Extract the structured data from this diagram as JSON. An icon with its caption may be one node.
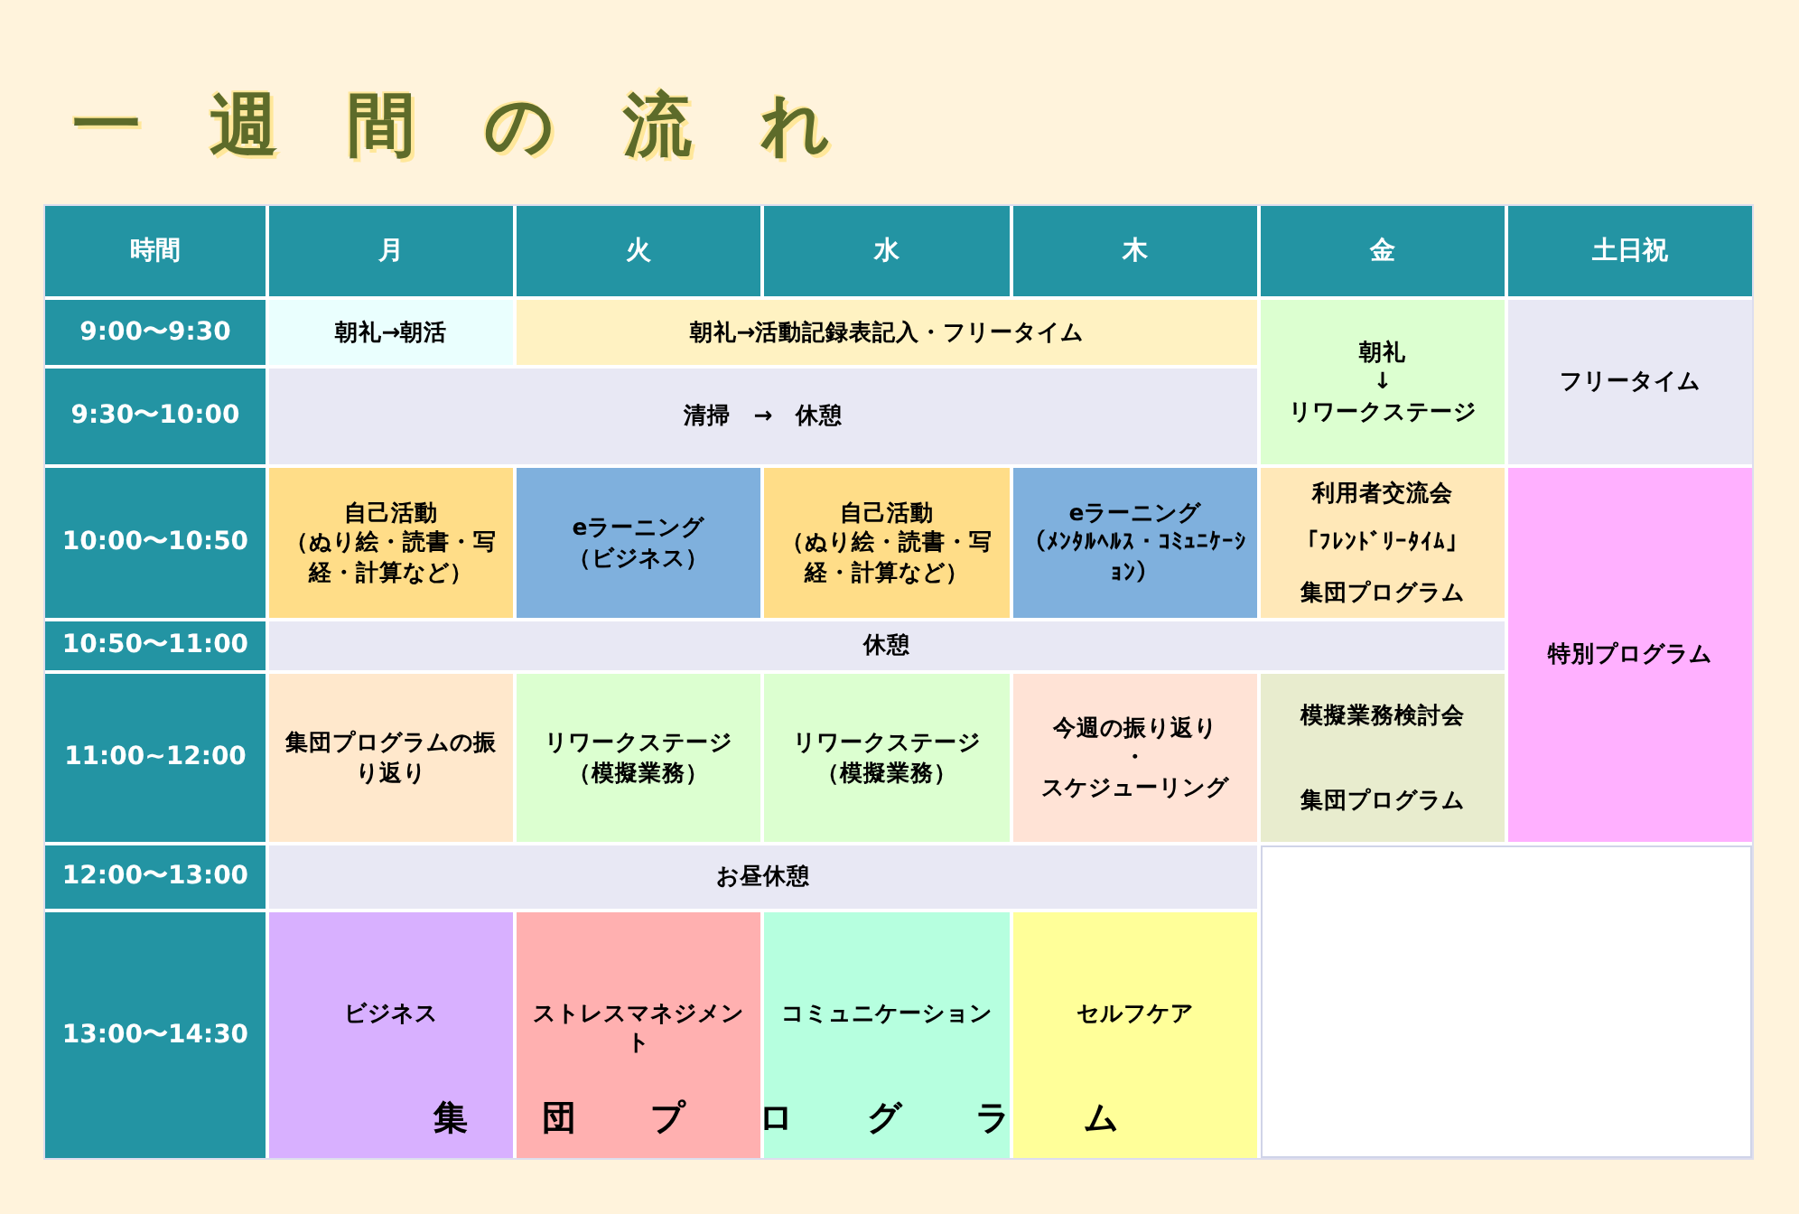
{
  "diagram": {
    "title": "一週間の流れ",
    "nodes": [
      {
        "text": [
          "時間"
        ]
      },
      {
        "text": [
          "月"
        ]
      },
      {
        "text": [
          "火"
        ]
      },
      {
        "text": [
          "水"
        ]
      },
      {
        "text": [
          "木"
        ]
      },
      {
        "text": [
          "金"
        ]
      },
      {
        "text": [
          "土日祝"
        ]
      },
      {
        "text": [
          "9:00〜9:30"
        ]
      },
      {
        "text": [
          "朝礼→朝活"
        ]
      },
      {
        "text": [
          "朝礼→活動記録表記入・フリータイム"
        ]
      },
      {
        "text": [
          "朝礼",
          "↓",
          "リワークステージ"
        ]
      },
      {
        "text": [
          "フリータイム"
        ]
      },
      {
        "text": [
          "9:30〜10:00"
        ]
      },
      {
        "text": [
          "清掃　→　休憩"
        ]
      },
      {
        "text": [
          "10:00〜10:50"
        ]
      },
      {
        "text": [
          "自己活動",
          "（ぬり絵・読書・写経・計算など）"
        ]
      },
      {
        "text": [
          "eラーニング",
          "（ビジネス）"
        ]
      },
      {
        "text": [
          "自己活動",
          "（ぬり絵・読書・写経・計算など）"
        ]
      },
      {
        "text": [
          "eラーニング",
          "（ﾒﾝﾀﾙﾍﾙｽ・ｺﾐｭﾆｹｰｼｮﾝ）"
        ]
      },
      {
        "text": [
          "利用者交流会",
          "「ﾌﾚﾝﾄﾞﾘｰﾀｲﾑ」",
          "集団プログラム"
        ]
      },
      {
        "text": [
          "特別プログラム"
        ]
      },
      {
        "text": [
          "10:50〜11:00"
        ]
      },
      {
        "text": [
          "休憩"
        ]
      },
      {
        "text": [
          "11:00~12:00"
        ]
      },
      {
        "text": [
          "集団プログラムの振り返り"
        ]
      },
      {
        "text": [
          "リワークステージ",
          "（模擬業務）"
        ]
      },
      {
        "text": [
          "リワークステージ",
          "（模擬業務）"
        ]
      },
      {
        "text": [
          "今週の振り返り",
          "・",
          "スケジューリング"
        ]
      },
      {
        "text": [
          "模擬業務検討会",
          "集団プログラム"
        ]
      },
      {
        "text": [
          "12:00〜13:00"
        ]
      },
      {
        "text": [
          "お昼休憩"
        ]
      },
      {
        "text": [],
        "shape": "box"
      },
      {
        "text": [
          "13:00〜14:30"
        ]
      },
      {
        "text": [
          "ビジネス"
        ]
      },
      {
        "text": [
          "ストレスマネジメント"
        ]
      },
      {
        "text": [
          "コミュニケーション"
        ]
      },
      {
        "text": [
          "セルフケア"
        ]
      }
    ],
    "labels": [
      "集団プログラム"
    ]
  }
}
